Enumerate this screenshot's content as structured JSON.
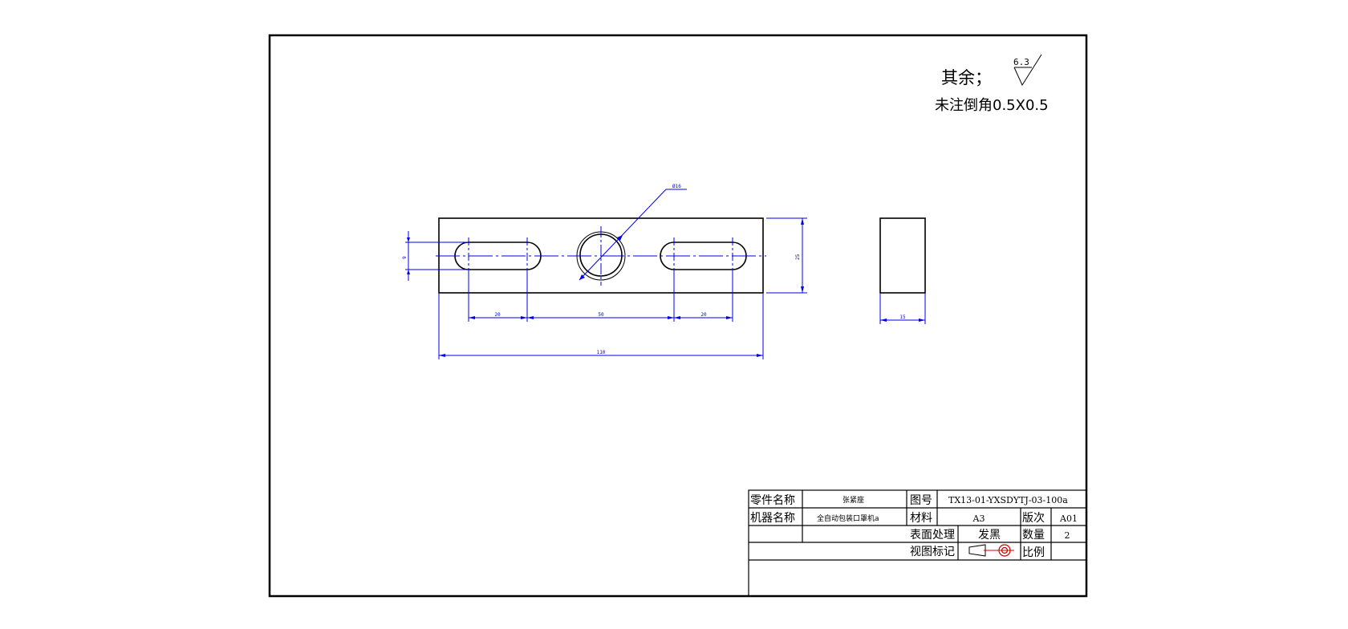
{
  "notes": {
    "rest_label": "其余；",
    "roughness_value": "6.3",
    "chamfer_note": "未注倒角0.5X0.5"
  },
  "dimensions": {
    "hole_diameter": "Ø16",
    "slot_width": "9",
    "height": "25",
    "slot_length_left": "20",
    "slot_spacing": "50",
    "slot_length_right": "20",
    "overall_length": "110",
    "thickness": "15"
  },
  "title_block": {
    "part_name_label": "零件名称",
    "part_name_value": "张紧座",
    "machine_name_label": "机器名称",
    "machine_name_value": "全自动包装口罩机a",
    "drawing_no_label": "图号",
    "drawing_no_value": "TX13-01-YXSDYTJ-03-100a",
    "material_label": "材料",
    "material_value": "A3",
    "revision_label": "版次",
    "revision_value": "A01",
    "surface_label": "表面处理",
    "surface_value": "发黑",
    "quantity_label": "数量",
    "quantity_value": "2",
    "view_label": "视图标记",
    "scale_label": "比例",
    "scale_value": ""
  }
}
